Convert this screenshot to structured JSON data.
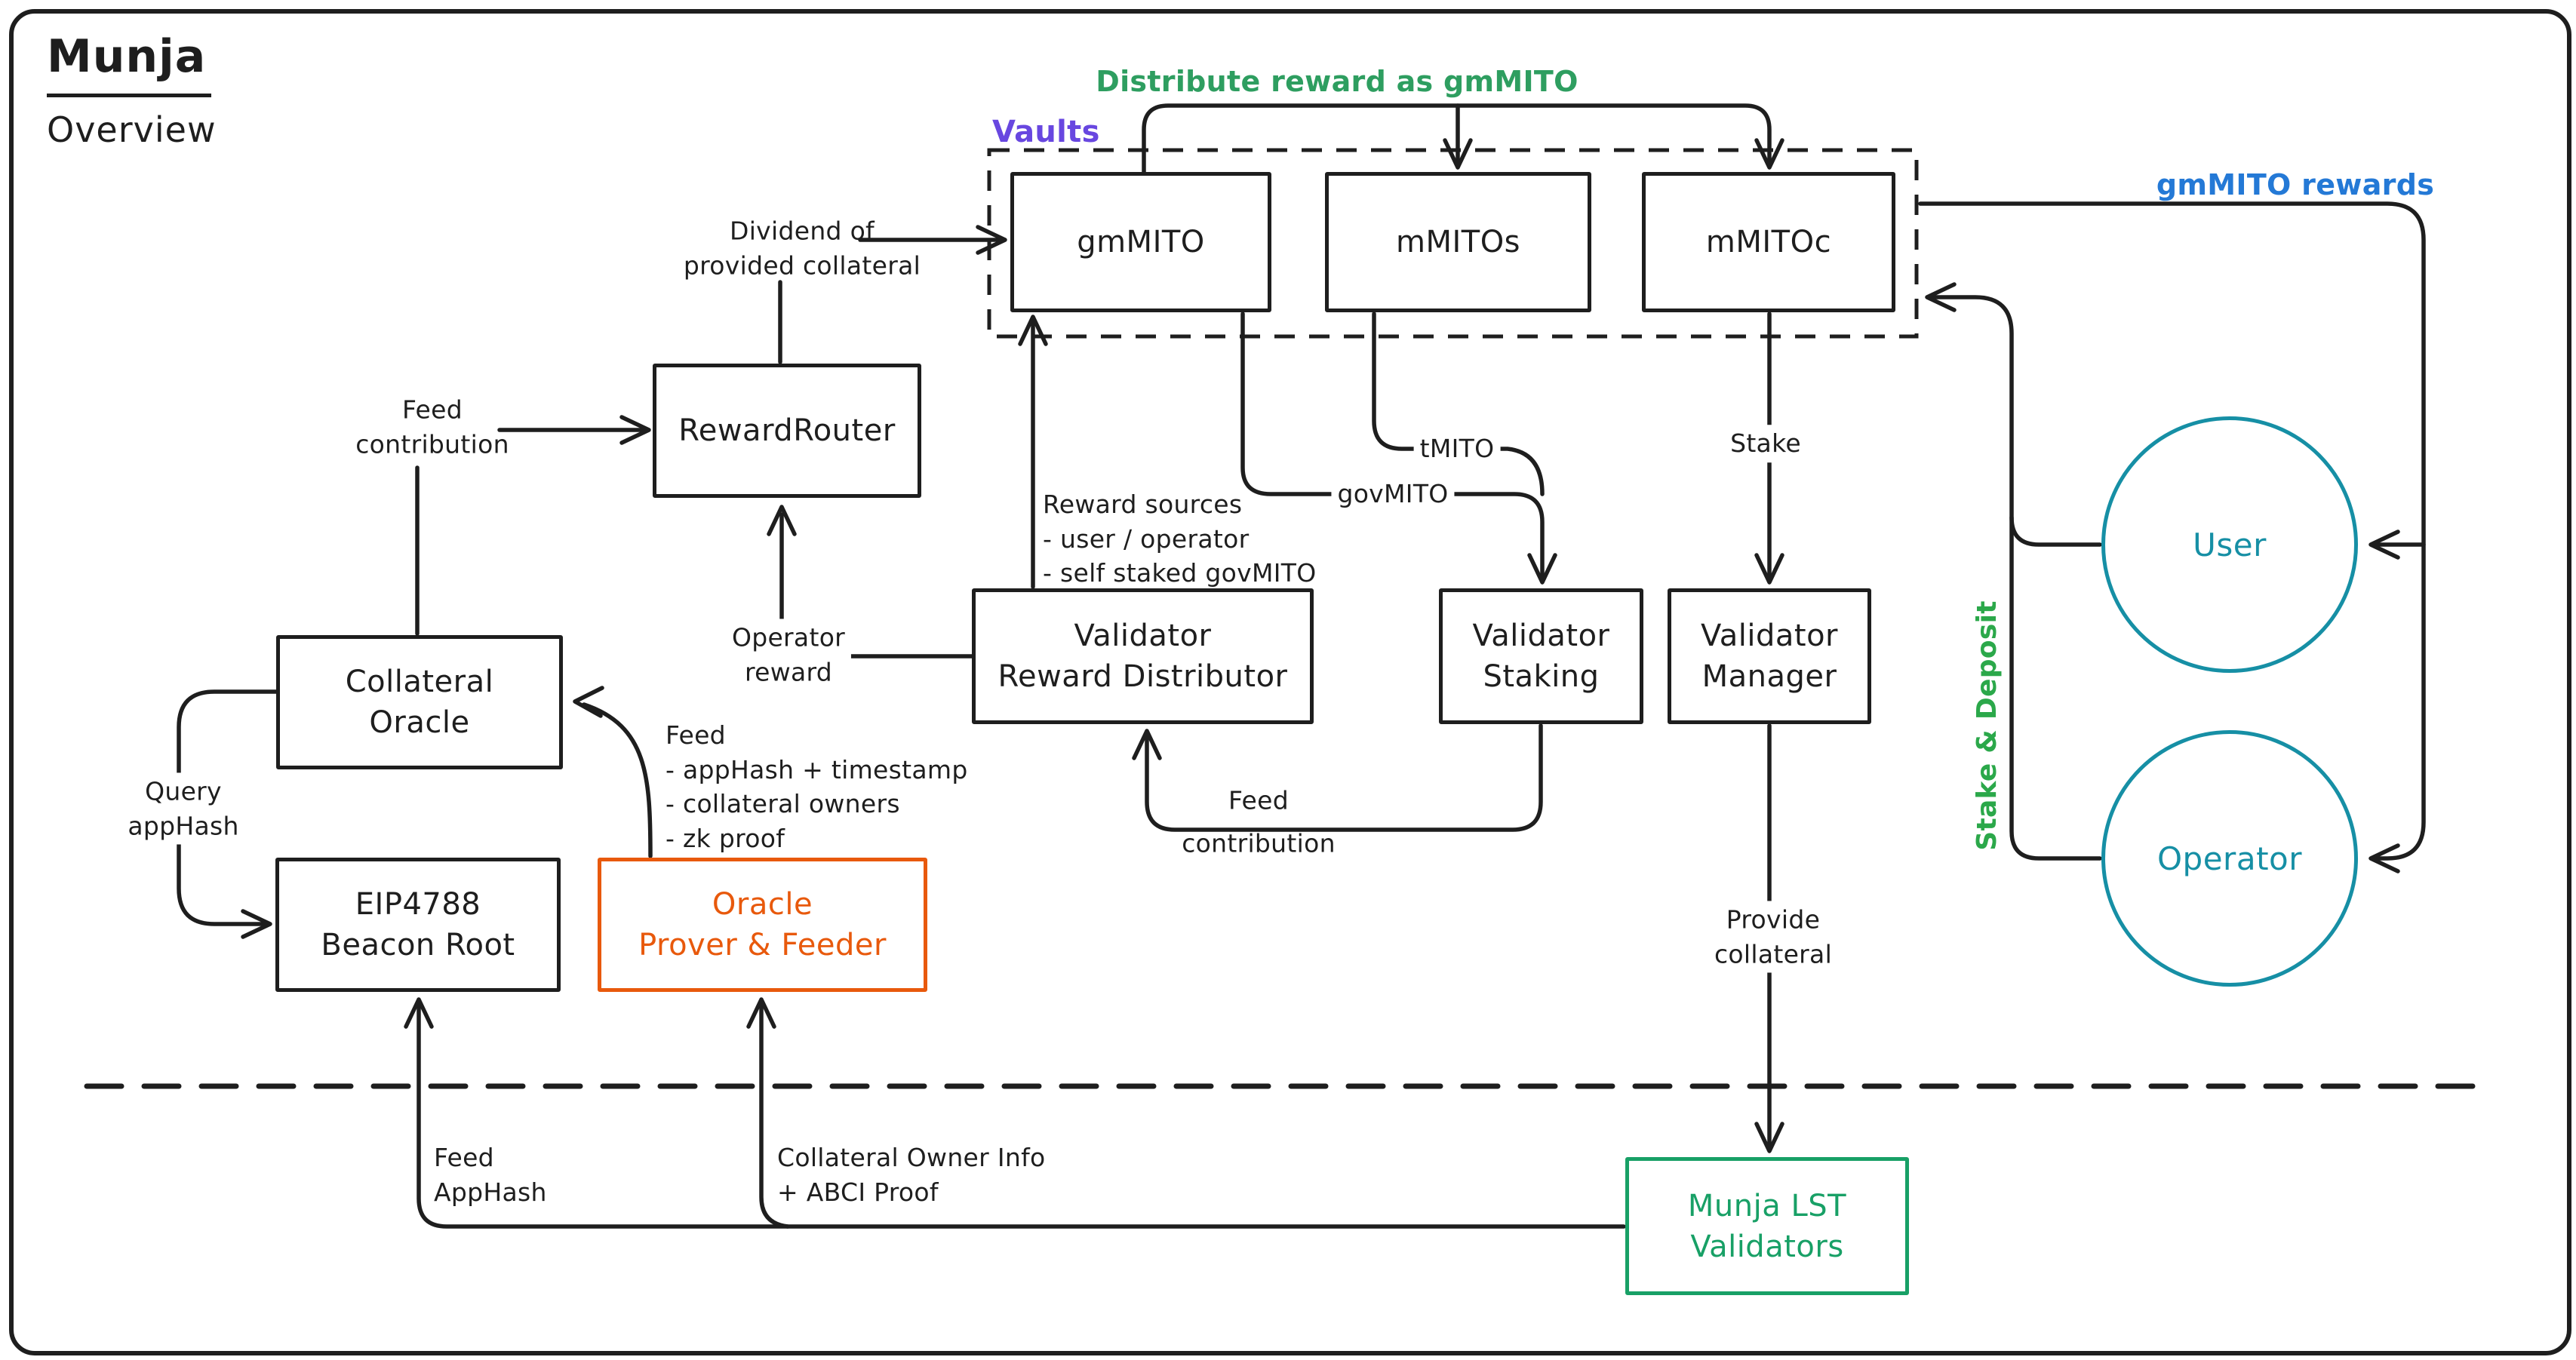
{
  "title": {
    "main": "Munja",
    "subtitle": "Overview"
  },
  "colors": {
    "ink": "#1e1e1e",
    "purple_vaults": "#6847e0",
    "green_distribute": "#2e9e60",
    "green_stake_deposit": "#2ba84a",
    "green_munja": "#18a066",
    "blue_rewards": "#2479d6",
    "teal_actors": "#168fa5",
    "orange_oracle": "#e8590c"
  },
  "vaults": {
    "label": "Vaults",
    "boxes": {
      "gmmito": "gmMITO",
      "mmitos": "mMITOs",
      "mmitoc": "mMITOc"
    }
  },
  "nodes": {
    "reward_router": "RewardRouter",
    "collateral_oracle": "Collateral\nOracle",
    "eip4788": "EIP4788\nBeacon Root",
    "oracle_prover": "Oracle\nProver & Feeder",
    "validator_reward_distributor": "Validator\nReward Distributor",
    "validator_staking": "Validator\nStaking",
    "validator_manager": "Validator\nManager",
    "munja_lst_validators": "Munja LST\nValidators",
    "user": "User",
    "operator": "Operator"
  },
  "labels": {
    "distribute_reward": "Distribute reward as gmMITO",
    "gmmito_rewards": "gmMITO rewards",
    "dividend": "Dividend of\nprovided collateral",
    "feed_contribution_top": "Feed\ncontribution",
    "operator_reward": "Operator\nreward",
    "feed_details": "Feed\n- appHash + timestamp\n- collateral owners\n- zk proof",
    "query_apphash": "Query\nappHash",
    "reward_sources": "Reward sources\n- user / operator\n- self staked govMITO",
    "govmito": "govMITO",
    "tmito": "tMITO",
    "stake": "Stake",
    "feed_contribution_bottom": "Feed\ncontribution",
    "provide_collateral": "Provide\ncollateral",
    "stake_and_deposit": "Stake & Deposit",
    "feed_apphash": "Feed\nAppHash",
    "collateral_owner_info": "Collateral Owner Info\n+ ABCI Proof"
  }
}
